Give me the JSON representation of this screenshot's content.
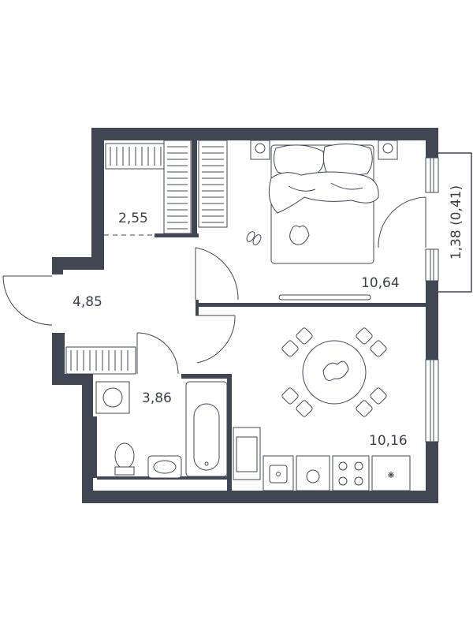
{
  "rooms": {
    "wardrobe": {
      "area": "2,55"
    },
    "hall": {
      "area": "4,85"
    },
    "bathroom": {
      "area": "3,86"
    },
    "bedroom": {
      "area": "10,64"
    },
    "kitchen": {
      "area": "10,16"
    }
  },
  "balcony": {
    "area": "1,38 (0,41)"
  },
  "colors": {
    "wall": "#414752",
    "background": "#ffffff"
  }
}
